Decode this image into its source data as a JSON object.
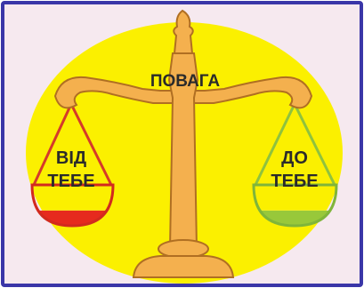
{
  "title": "ПОВАГА",
  "left_pan": {
    "line1": "ВІД",
    "line2": "ТЕБЕ"
  },
  "right_pan": {
    "line1": "ДО",
    "line2": "ТЕБЕ"
  },
  "colors": {
    "frame_border": "#3a36a8",
    "frame_background": "#f6e9ef",
    "oval": "#fbf000",
    "scale_gold": "#f4b04e",
    "scale_outline": "#b06f22",
    "left_pan_fill": "#e62a1e",
    "left_pan_border": "#d22a1e",
    "right_pan_fill": "#98c83a",
    "right_pan_border": "#7fb53a"
  }
}
